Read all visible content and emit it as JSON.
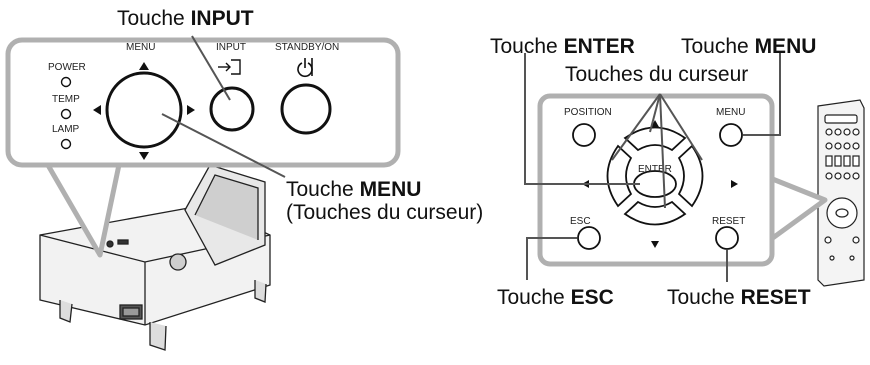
{
  "left_panel": {
    "top_callout_prefix": "Touche ",
    "top_callout_key": "INPUT",
    "labels": {
      "menu": "MENU",
      "input": "INPUT",
      "standby": "STANDBY/ON",
      "power": "POWER",
      "temp": "TEMP",
      "lamp": "LAMP"
    },
    "menu_callout_prefix": "Touche ",
    "menu_callout_key": "MENU",
    "menu_callout_line2": "(Touches du curseur)"
  },
  "right_panel": {
    "enter_callout_prefix": "Touche ",
    "enter_callout_key": "ENTER",
    "menu_callout_prefix": "Touche ",
    "menu_callout_key": "MENU",
    "cursor_callout": "Touches du curseur",
    "labels": {
      "position": "POSITION",
      "menu": "MENU",
      "enter": "ENTER",
      "esc": "ESC",
      "reset": "RESET"
    },
    "esc_callout_prefix": "Touche ",
    "esc_callout_key": "ESC",
    "reset_callout_prefix": "Touche ",
    "reset_callout_key": "RESET"
  },
  "colors": {
    "panel_border": "#b0b0b0",
    "line": "#555555",
    "button_stroke": "#111111"
  }
}
